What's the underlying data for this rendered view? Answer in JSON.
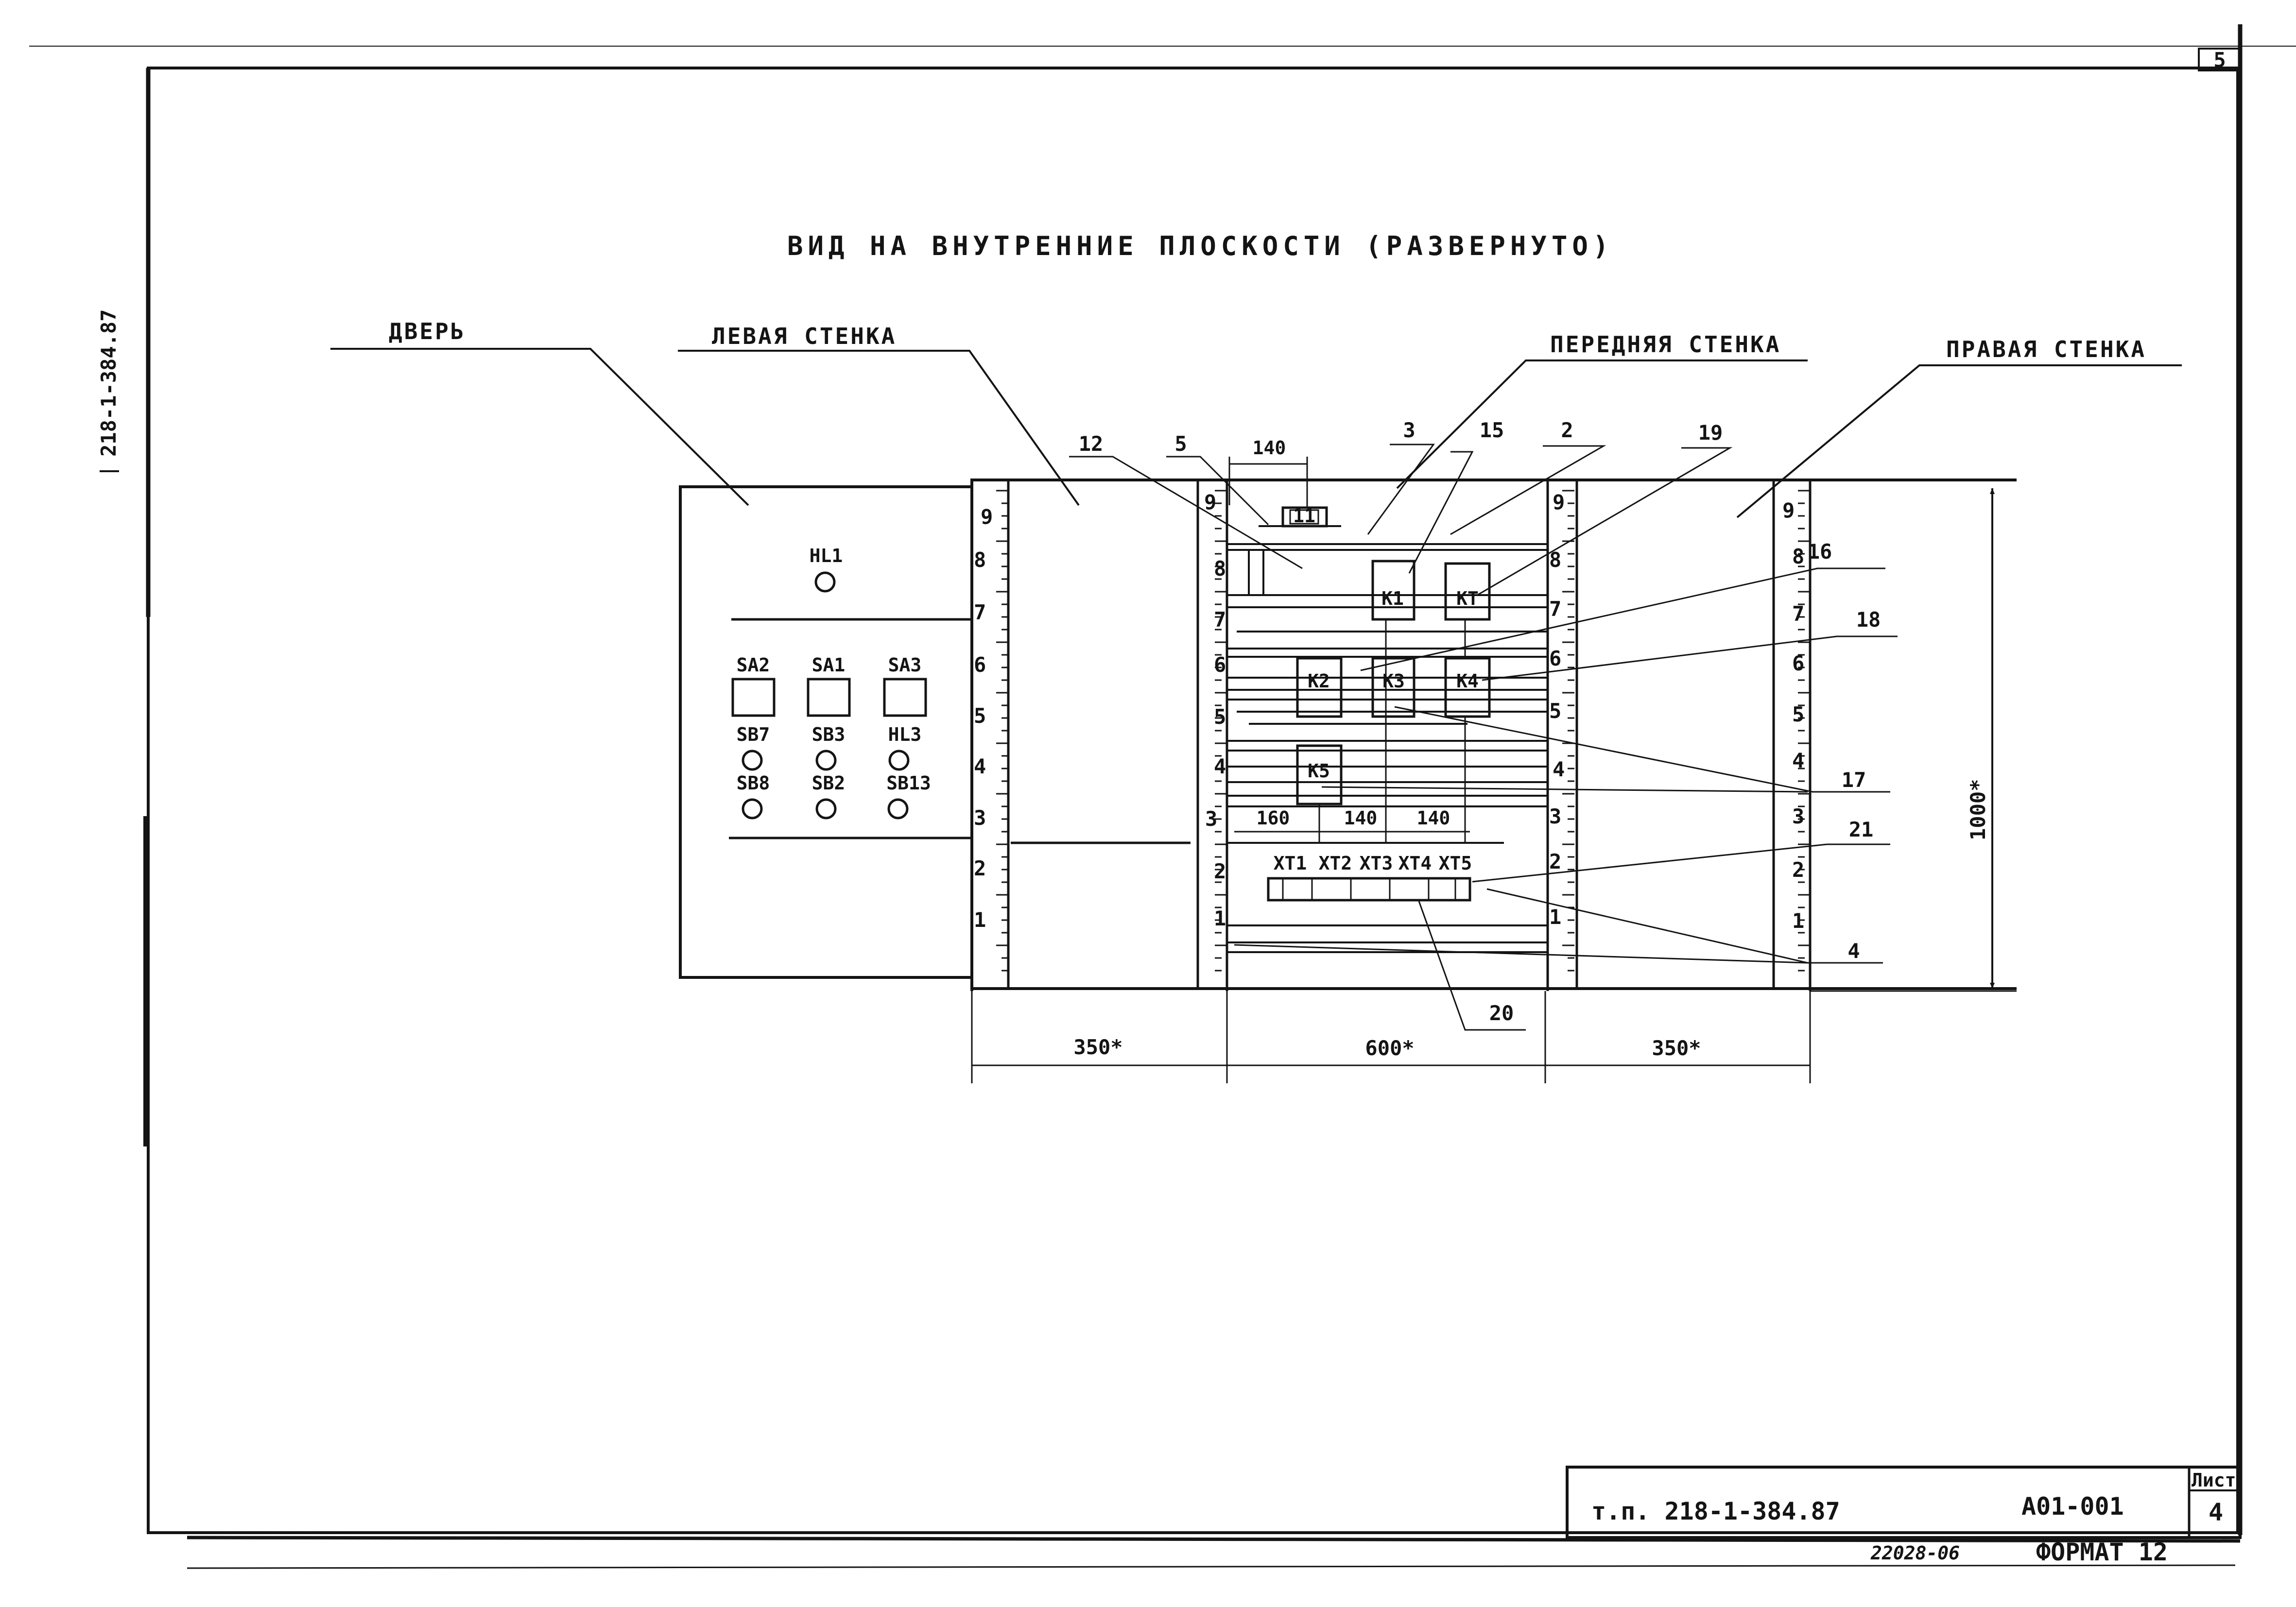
{
  "sheet_number_top": "5",
  "margin_code": "218-1-384.87",
  "title": "ВИД НА ВНУТРЕННИЕ ПЛОСКОСТИ (РАЗВЕРНУТО)",
  "panels": {
    "door": "ДВЕРЬ",
    "left_wall": "ЛЕВАЯ СТЕНКА",
    "front_wall": "ПЕРЕДНЯЯ СТЕНКА",
    "right_wall": "ПРАВАЯ СТЕНКА"
  },
  "door_elements": {
    "hl1": "HL1",
    "sa2": "SA2",
    "sa1": "SA1",
    "sa3": "SA3",
    "sb7": "SB7",
    "sb3": "SB3",
    "hl3": "HL3",
    "sb8": "SB8",
    "sb2": "SB2",
    "sb13": "SB13"
  },
  "rail_numbers": [
    "9",
    "8",
    "7",
    "6",
    "5",
    "4",
    "3",
    "2",
    "1"
  ],
  "devices": {
    "k1": "K1",
    "kt": "KT",
    "k2": "K2",
    "k3": "K3",
    "k4": "K4",
    "k5": "K5",
    "top": "11",
    "terminals": [
      "XT1",
      "XT2",
      "XT3",
      "XT4",
      "XT5"
    ]
  },
  "callouts": {
    "c12": "12",
    "c5": "5",
    "c3": "3",
    "c15": "15",
    "c2": "2",
    "c19": "19",
    "c16": "16",
    "c18": "18",
    "c17": "17",
    "c21": "21",
    "c4": "4",
    "c20": "20"
  },
  "dimensions": {
    "d140_top": "140",
    "d160": "160",
    "d140_a": "140",
    "d140_b": "140",
    "left_width": "350*",
    "front_width": "600*",
    "right_width": "350*",
    "height": "1000*"
  },
  "title_block": {
    "doc_code": "т.п. 218-1-384.87",
    "sheet_code": "А01-001",
    "sheet_label": "Лист",
    "sheet_no": "4",
    "inventory": "22028-06",
    "format": "ФОРМАТ 12"
  }
}
